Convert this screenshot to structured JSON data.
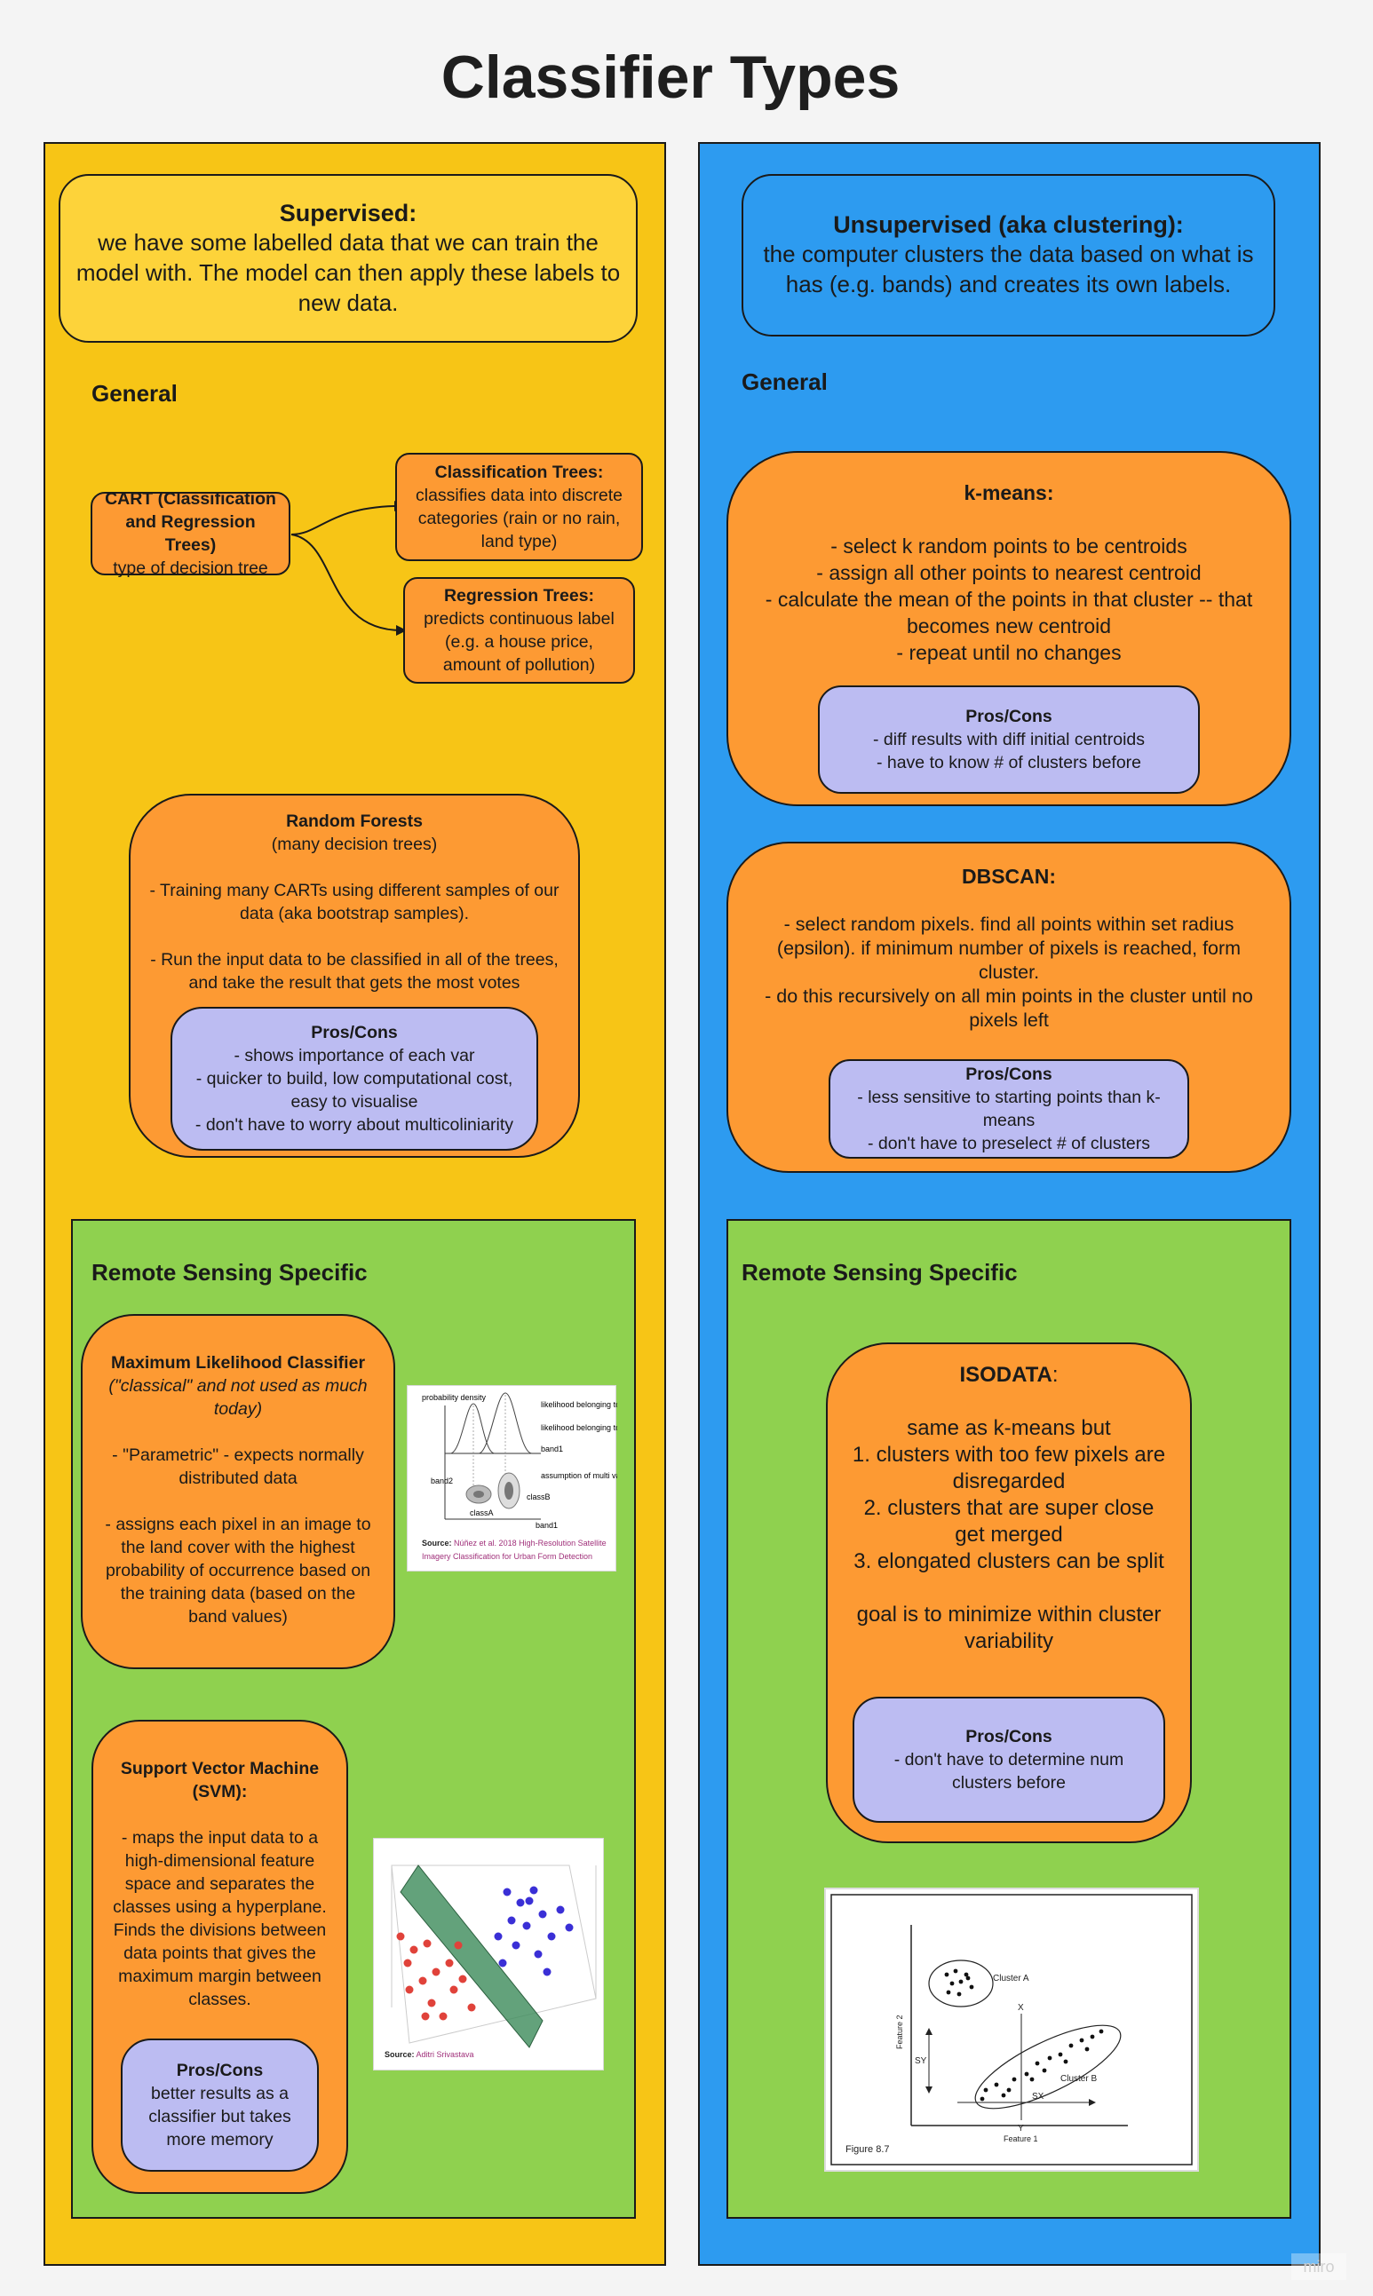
{
  "title": "Classifier Types",
  "colors": {
    "supervised_bg": "#f7c516",
    "unsupervised_bg": "#2d9bf0",
    "remote_sensing_bg": "#8fd14f",
    "method_box": "#fd9a33",
    "pros_cons_box": "#bcbcf2"
  },
  "supervised": {
    "header_title": "Supervised:",
    "header_text": "we have some labelled data that we can train the model with. The model can then apply these labels to new data.",
    "general_label": "General",
    "cart": {
      "title": "CART (Classification and Regression Trees)",
      "subtitle": "type of decision tree"
    },
    "classification_trees": {
      "title": "Classification Trees:",
      "text": "classifies data into discrete categories (rain or no rain, land type)"
    },
    "regression_trees": {
      "title": "Regression Trees:",
      "text": "predicts continuous label (e.g. a house price, amount of pollution)"
    },
    "random_forests": {
      "title": "Random Forests",
      "subtitle": "(many decision trees)",
      "text": "- Training many CARTs using different samples of our data (aka bootstrap samples).\n\n- Run the input data to be classified in all of the trees, and take the result that gets the most votes",
      "pros_cons_title": "Pros/Cons",
      "pros_cons": "- shows importance of each var\n- quicker to build, low computational cost, easy to visualise\n- don't have to worry about multicoliniarity"
    },
    "remote_sensing_label": "Remote Sensing Specific",
    "mlc": {
      "title": "Maximum Likelihood Classifier",
      "subtitle": "(\"classical\" and not used as much today)",
      "text": "- \"Parametric\" - expects normally distributed data\n\n- assigns each pixel in an image to the land cover with the highest probability of occurrence based on the training data (based on the band values)"
    },
    "mlc_figure": {
      "label_density": "probability density",
      "label_class_b": "likelihood belonging to class B: big",
      "label_class_a": "likelihood belonging to class A: small",
      "label_band1_top": "band1",
      "label_band2": "band2",
      "label_assumption": "assumption of multi variate normal distribution",
      "label_classa": "classA",
      "label_classb": "classB",
      "label_band1_bottom": "band1",
      "source_label": "Source:",
      "source_text": "Núñez et al. 2018 High-Resolution Satellite Imagery Classification for Urban Form Detection"
    },
    "svm": {
      "title": "Support Vector Machine (SVM):",
      "text": "- maps the input data to a high-dimensional feature space and separates the classes using a hyperplane. Finds the divisions between data points that gives the maximum margin between classes.",
      "pros_cons_title": "Pros/Cons",
      "pros_cons": "better results as a classifier but takes more memory"
    },
    "svm_figure": {
      "source_label": "Source:",
      "source_text": "Aditri Srivastava"
    }
  },
  "unsupervised": {
    "header_title": "Unsupervised (aka clustering):",
    "header_text": "the computer clusters the data based on what is has (e.g. bands) and creates its own labels.",
    "general_label": "General",
    "kmeans": {
      "title": "k-means:",
      "text": "- select k random points to be centroids\n- assign all other points to nearest centroid\n- calculate the mean of the points in that cluster -- that becomes new centroid\n- repeat until no changes",
      "pros_cons_title": "Pros/Cons",
      "pros_cons": "- diff results with diff initial centroids\n- have to know # of clusters before"
    },
    "dbscan": {
      "title": "DBSCAN:",
      "text": "- select random pixels. find all points within set radius (epsilon). if minimum number of pixels is reached, form cluster.\n- do this recursively on all min points in the cluster until no pixels left",
      "pros_cons_title": "Pros/Cons",
      "pros_cons": "- less sensitive to starting points than k-means\n- don't have to preselect # of clusters"
    },
    "remote_sensing_label": "Remote Sensing Specific",
    "isodata": {
      "title": "ISODATA",
      "title_suffix": ":",
      "text": "same as k-means but\n1. clusters with too few pixels are disregarded\n2. clusters that are super close get merged\n3. elongated clusters can be split\n\ngoal is to minimize within cluster variability",
      "pros_cons_title": "Pros/Cons",
      "pros_cons": "- don't have to determine num clusters before"
    },
    "isodata_figure": {
      "cluster_a": "Cluster A",
      "cluster_b": "Cluster B",
      "feature1": "Feature 1",
      "feature2": "Feature 2",
      "x_label": "X",
      "y_label": "Y",
      "sx": "SX",
      "sy": "SY",
      "caption": "Figure 8.7"
    }
  },
  "watermark": "miro"
}
